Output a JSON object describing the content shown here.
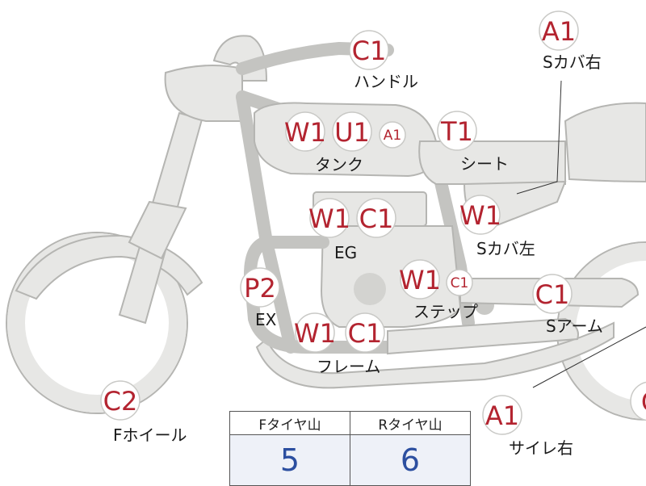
{
  "diagram": {
    "badges": [
      {
        "id": "handle",
        "codes": [
          "C1"
        ],
        "label": "ハンドル"
      },
      {
        "id": "side-cover-right",
        "codes": [
          "A1"
        ],
        "label": "Sカバ右"
      },
      {
        "id": "tank",
        "codes": [
          "W1",
          "U1",
          "A1"
        ],
        "label": "タンク"
      },
      {
        "id": "seat",
        "codes": [
          "T1"
        ],
        "label": "シート"
      },
      {
        "id": "engine",
        "codes": [
          "W1",
          "C1"
        ],
        "label": "EG"
      },
      {
        "id": "side-cover-left",
        "codes": [
          "W1"
        ],
        "label": "Sカバ左"
      },
      {
        "id": "exhaust",
        "codes": [
          "P2"
        ],
        "label": "EX"
      },
      {
        "id": "step",
        "codes": [
          "W1",
          "C1"
        ],
        "label": "ステップ"
      },
      {
        "id": "swing-arm",
        "codes": [
          "C1"
        ],
        "label": "Sアーム"
      },
      {
        "id": "frame",
        "codes": [
          "W1",
          "C1"
        ],
        "label": "フレーム"
      },
      {
        "id": "front-wheel",
        "codes": [
          "C2"
        ],
        "label": "Fホイール"
      },
      {
        "id": "muffler-right",
        "codes": [
          "A1"
        ],
        "label": "サイレ右"
      },
      {
        "id": "rear-wheel",
        "codes": [
          "C"
        ],
        "label": ""
      }
    ]
  },
  "tire_tread": {
    "headers": [
      "Fタイヤ山",
      "Rタイヤ山"
    ],
    "values": [
      "5",
      "6"
    ]
  },
  "colors": {
    "code_text": "#b32430",
    "table_value": "#2c4fa0",
    "bike_fill": "#e7e7e5"
  }
}
